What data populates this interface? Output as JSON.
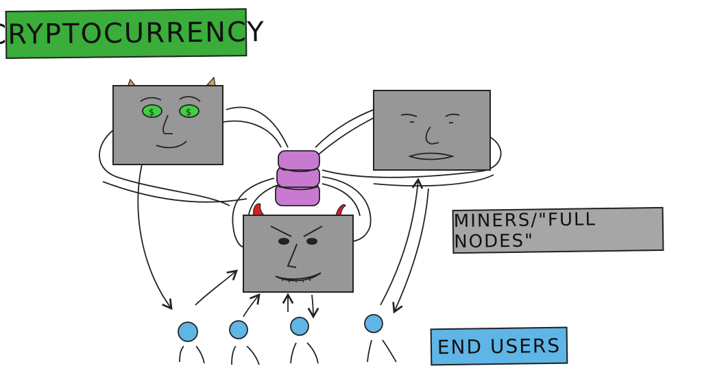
{
  "title": "CRYPTOCURRENCY",
  "labels": {
    "miners": "MINERS/\"FULL NODES\"",
    "end_users": "END USERS"
  },
  "colors": {
    "title_bg": "#3aad3a",
    "miners_bg": "#a6a6a6",
    "users_bg": "#5fb5e6",
    "monitor": "#979797",
    "database": "#c87ad0",
    "user_head": "#5fb5e6",
    "devil_horns": "#d62020",
    "money_eyes": "#3fcf3f"
  },
  "icons": [
    "greedy-miner-face",
    "neutral-miner-face",
    "evil-miner-face",
    "database-icon",
    "user-icon"
  ]
}
